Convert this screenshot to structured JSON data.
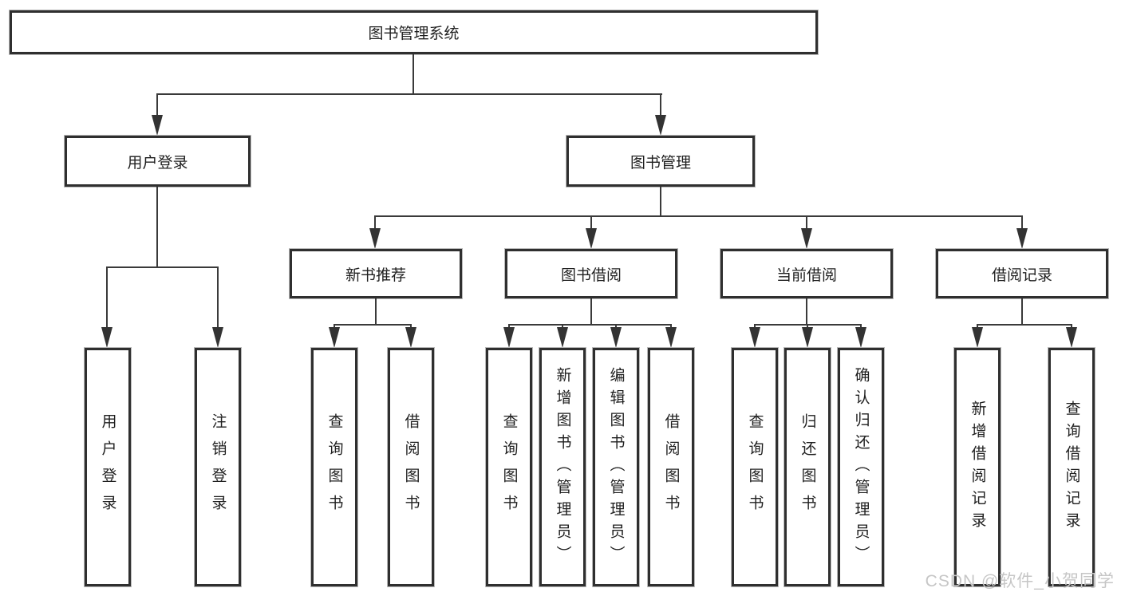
{
  "diagram": {
    "root": {
      "label": "图书管理系统"
    },
    "branches": [
      {
        "label": "用户登录",
        "children": [
          {
            "label": "用户登录"
          },
          {
            "label": "注销登录"
          }
        ]
      },
      {
        "label": "图书管理",
        "groups": [
          {
            "label": "新书推荐",
            "children": [
              {
                "label": "查询图书"
              },
              {
                "label": "借阅图书"
              }
            ]
          },
          {
            "label": "图书借阅",
            "children": [
              {
                "label": "查询图书"
              },
              {
                "label": "新增图书（管理员）"
              },
              {
                "label": "编辑图书（管理员）"
              },
              {
                "label": "借阅图书"
              }
            ]
          },
          {
            "label": "当前借阅",
            "children": [
              {
                "label": "查询图书"
              },
              {
                "label": "归还图书"
              },
              {
                "label": "确认归还（管理员）"
              }
            ]
          },
          {
            "label": "借阅记录",
            "children": [
              {
                "label": "新增借阅记录"
              },
              {
                "label": "查询借阅记录"
              }
            ]
          }
        ]
      }
    ],
    "colors": {
      "line": "#3a3a3a",
      "border": "#2f2f2f",
      "text": "#1f1f1f",
      "watermark": "#c6c6c6",
      "background": "#ffffff"
    },
    "watermark": "CSDN @软件_小贺同学"
  }
}
